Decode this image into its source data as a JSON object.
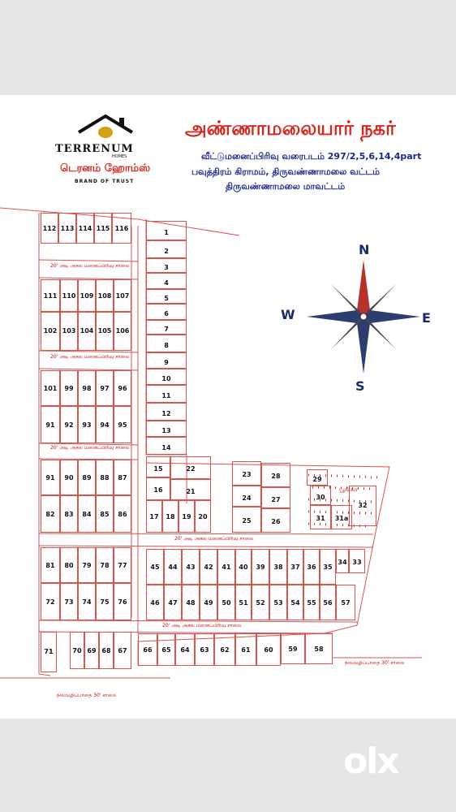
{
  "header": {
    "brand": "TERRENUM",
    "brand_sub": "HOMES",
    "brand_tamil": "டெரனம் ஹோம்ஸ்",
    "tagline": "BRAND OF TRUST",
    "title": "அண்ணாமலையார் நகர்",
    "subtitle_1": "வீட்டுமனைப்பிரிவு வரைபடம் 297/2,5,6,14,4part",
    "subtitle_2": "பவுத்திரம் கிராமம், திருவண்ணாமலை வட்டம்",
    "subtitle_3": "திருவண்ணாமலை மாவட்டம்"
  },
  "compass": {
    "n": "N",
    "s": "S",
    "e": "E",
    "w": "W"
  },
  "roads": {
    "road_20ft": "20' அடி அகல மனைப்பிரிவு சாலை",
    "road_30ft": "நிலவழிப்பாதை 30' சாலை",
    "park": "பூங்கா"
  },
  "plots": [
    "1",
    "2",
    "3",
    "4",
    "5",
    "6",
    "7",
    "8",
    "9",
    "10",
    "11",
    "12",
    "13",
    "14",
    "15",
    "16",
    "17",
    "18",
    "19",
    "20",
    "21",
    "22",
    "23",
    "24",
    "25",
    "26",
    "27",
    "28",
    "29",
    "30",
    "31",
    "31a",
    "32",
    "33",
    "34",
    "35",
    "36",
    "37",
    "38",
    "39",
    "40",
    "41",
    "42",
    "43",
    "44",
    "45",
    "46",
    "47",
    "48",
    "49",
    "50",
    "51",
    "52",
    "53",
    "54",
    "55",
    "56",
    "57",
    "58",
    "59",
    "60",
    "61",
    "62",
    "63",
    "64",
    "65",
    "66",
    "67",
    "68",
    "69",
    "70",
    "71",
    "72",
    "73",
    "74",
    "75",
    "76",
    "77",
    "78",
    "79",
    "80",
    "81",
    "82",
    "83",
    "84",
    "85",
    "86",
    "87",
    "88",
    "89",
    "90",
    "91",
    "92",
    "93",
    "94",
    "95",
    "96",
    "97",
    "98",
    "99",
    "101",
    "102",
    "103",
    "104",
    "105",
    "106",
    "107",
    "108",
    "109",
    "110",
    "111",
    "112",
    "113",
    "114",
    "115",
    "116"
  ],
  "watermark": "olx",
  "colors": {
    "accent": "#d7261e",
    "navy": "#1a2a6a",
    "plot_line": "#d9534f"
  }
}
